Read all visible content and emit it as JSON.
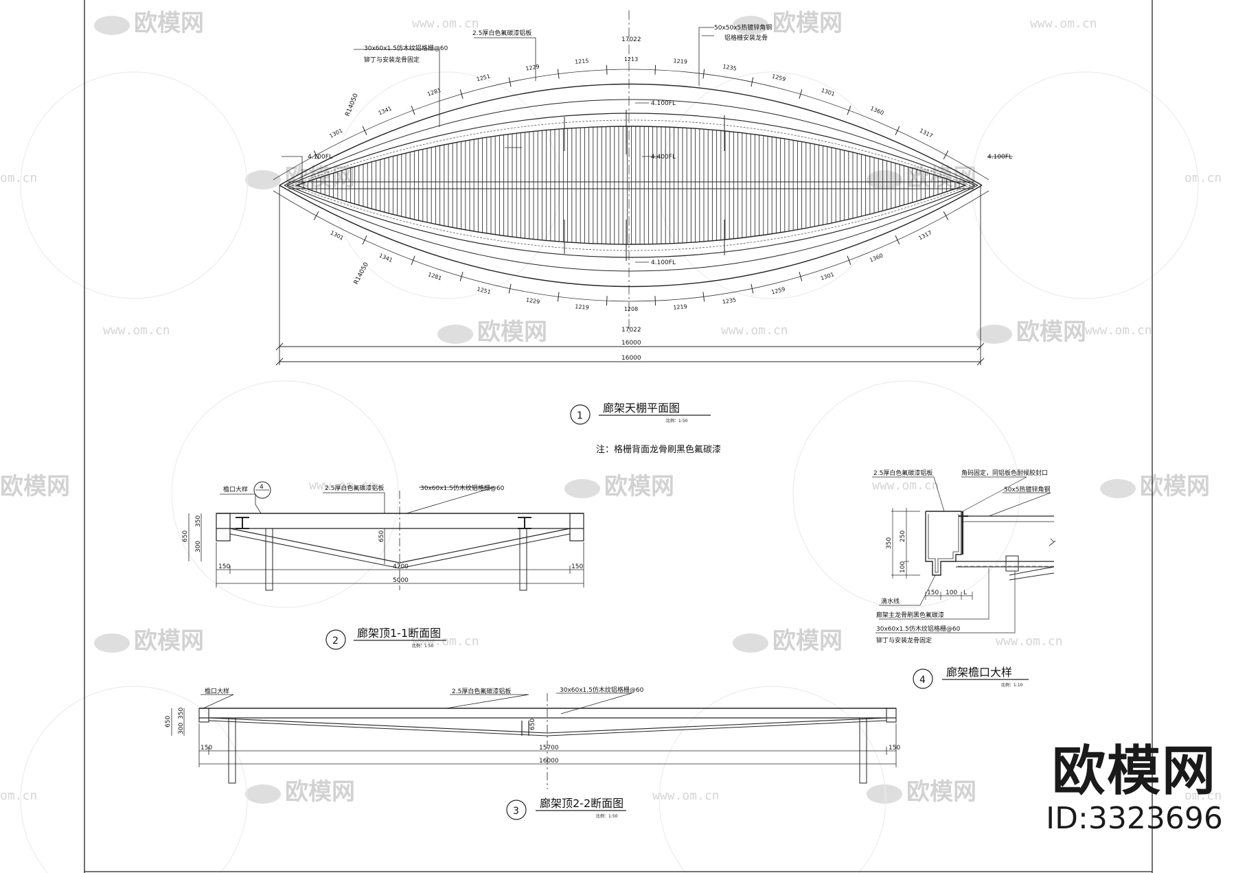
{
  "views": {
    "plan": {
      "index": "1",
      "title": "廊架天棚平面图",
      "scale": "比例：1:50",
      "note": "注：格栅背面龙骨刷黑色氟碳漆",
      "labels": {
        "panel": "2.5厚白色氟碳漆铝板",
        "grille": "30x60x1.5仿木纹铝格栅@60",
        "fix": "铆丁与安装龙骨固定",
        "steel": "50x50x5热镀锌角钢",
        "keel": "铝格栅安装龙骨",
        "radius_top": "R14050",
        "radius_bottom": "R14050",
        "elev_left": "4.100FL",
        "elev_right": "4.100FL",
        "elev_top": "4.100FL",
        "elev_bottom": "4.100FL",
        "elev_center": "4.400FL",
        "center_len_top": "17022",
        "center_len_bottom": "17022",
        "dim_inner": "16000",
        "dim_outer": "16000"
      },
      "top_segments": [
        "1301",
        "1341",
        "1281",
        "1251",
        "1229",
        "1215",
        "1213",
        "1219",
        "1235",
        "1259",
        "1301",
        "1360",
        "1317"
      ],
      "bottom_segments": [
        "1301",
        "1341",
        "1281",
        "1251",
        "1229",
        "1219",
        "1208",
        "1219",
        "1235",
        "1259",
        "1301",
        "1360",
        "1317"
      ]
    },
    "section1": {
      "index": "2",
      "title": "廊架顶1-1断面图",
      "scale": "比例：1:50",
      "labels": {
        "eave": "檐口大样",
        "eave_ref": "4",
        "panel": "2.5厚白色氟碳漆铝板",
        "grille": "30x60x1.5仿木纹铝格栅@60"
      },
      "dims": {
        "h_total": "650",
        "h_top": "350",
        "h_bot": "300",
        "h_mid": "650",
        "left": "150",
        "mid": "4700",
        "right": "150",
        "total": "5000"
      }
    },
    "section2": {
      "index": "3",
      "title": "廊架顶2-2断面图",
      "scale": "比例：1:50",
      "labels": {
        "eave": "檐口大样",
        "panel": "2.5厚白色氟碳漆铝板",
        "grille": "30x60x1.5仿木纹铝格栅@60"
      },
      "dims": {
        "h_total": "650",
        "h_top": "350",
        "h_bot": "300",
        "h_mid": "650",
        "left": "150",
        "mid": "15700",
        "right": "150",
        "total": "16000"
      }
    },
    "eave_detail": {
      "index": "4",
      "title": "廊架檐口大样",
      "scale": "比例：1:10",
      "labels": {
        "panel": "2.5厚白色氟碳漆铝板",
        "corner": "角码固定，同铝板色耐候胶封口",
        "steel": "50x5热镀锌角钢",
        "drip": "滴水线",
        "keel": "廊架主龙骨刷黑色氟碳漆",
        "grille": "30x60x1.5仿木纹铝格栅@60",
        "fix": "铆丁与安装龙骨固定"
      },
      "dims": {
        "h_total": "350",
        "h_top": "250",
        "h_bot": "100",
        "w1": "150",
        "w2": "100",
        "w3": "L"
      }
    }
  },
  "watermark": {
    "brand": "欧模网",
    "url": "www.om.cn",
    "url_short": "om.cn"
  },
  "brand_badge": {
    "title": "欧模网",
    "id": "ID:3323696"
  }
}
